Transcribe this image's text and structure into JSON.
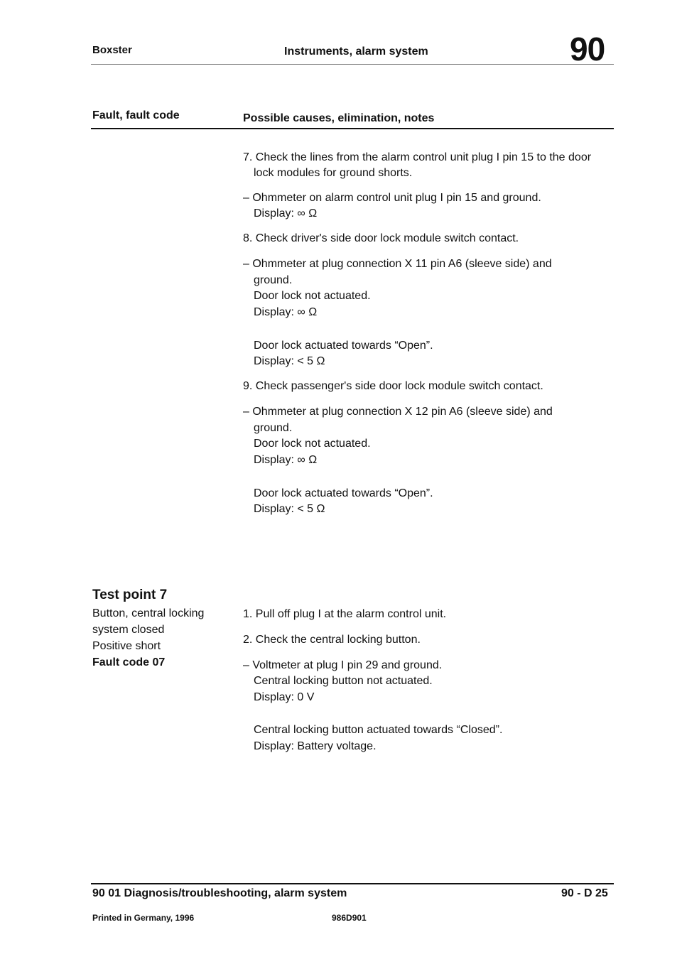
{
  "header": {
    "left": "Boxster",
    "center": "Instruments, alarm system",
    "section_number": "90"
  },
  "columns": {
    "left_heading": "Fault, fault code",
    "right_heading": "Possible causes, elimination, notes"
  },
  "body_lines": [
    "7. Check the lines from the alarm control unit plug I pin 15 to the door",
    "lock modules for ground shorts.",
    "– Ohmmeter on alarm control unit plug I pin 15 and ground.",
    "Display: ∞ Ω",
    "8. Check driver's side door lock module switch contact.",
    "– Ohmmeter at plug connection X 11 pin A6 (sleeve side) and",
    "ground.",
    "Door lock not actuated.",
    "Display: ∞ Ω",
    "Door lock actuated towards “Open”.",
    "Display: < 5 Ω",
    "9. Check passenger's side door lock module switch contact.",
    "– Ohmmeter at plug connection X 12 pin A6 (sleeve side) and",
    "ground.",
    "Door lock not actuated.",
    "Display: ∞ Ω",
    "Door lock actuated towards “Open”.",
    "Display: < 5 Ω",
    "1. Pull off plug I at the alarm control unit.",
    "2. Check the central locking button.",
    "– Voltmeter at plug I pin 29 and ground.",
    "Central locking button not actuated.",
    "Display: 0 V",
    "Central locking button actuated towards “Closed”.",
    "Display: Battery voltage."
  ],
  "test_point": {
    "title": "Test point 7",
    "lines": [
      "Button, central locking",
      "system closed",
      "Positive short"
    ],
    "fault_code": "Fault code 07"
  },
  "footer": {
    "title": "90 01  Diagnosis/troubleshooting, alarm system",
    "page": "90 - D 25",
    "printed": "Printed in Germany, 1996",
    "doc_number": "986D901"
  }
}
